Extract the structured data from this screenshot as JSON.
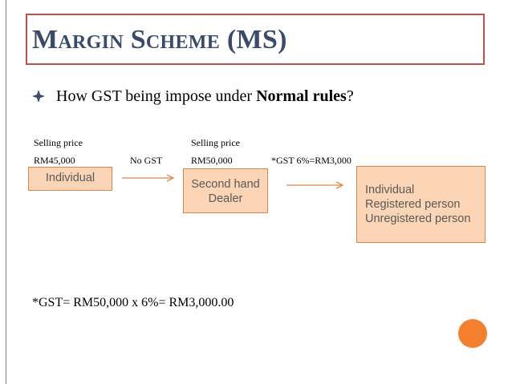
{
  "slide": {
    "title": "Margin Scheme (MS)",
    "bullet": {
      "text_before": "How GST being impose under ",
      "text_bold": "Normal rules",
      "text_after": "?"
    }
  },
  "flow": {
    "seller": {
      "price_label": "Selling price",
      "price_value": "RM45,000",
      "box_label": "Individual"
    },
    "link_one_label": "No GST",
    "dealer": {
      "price_label": "Selling price",
      "price_value": "RM50,000",
      "box_line1": "Second hand",
      "box_line2": "Dealer"
    },
    "link_two_label": "*GST 6%=RM3,000",
    "recipients": {
      "line1": "Individual",
      "line2": "Registered person",
      "line3": "Unregistered person"
    }
  },
  "footnote": "*GST= RM50,000 x 6%= RM3,000.00",
  "colors": {
    "title_border": "#c0504d",
    "title_text": "#3a4a6b",
    "box_fill": "#fbd5b5",
    "box_border": "#d4874e",
    "arrow": "#e0884a",
    "accent_circle": "#f37f2f"
  },
  "icons": {
    "bullet": "diamond-bullet-icon"
  }
}
